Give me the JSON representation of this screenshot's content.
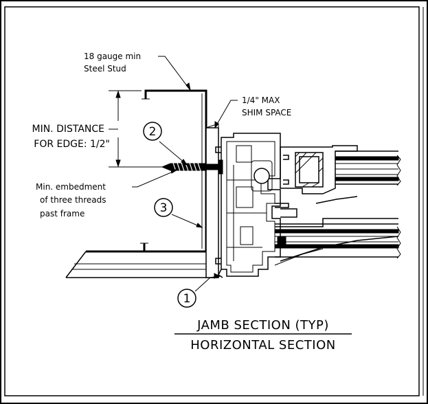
{
  "labels": {
    "steel_stud_line1": "18 gauge min",
    "steel_stud_line2": "Steel Stud",
    "shim_line1": "1/4\" MAX",
    "shim_line2": "SHIM SPACE",
    "min_distance_line1": "MIN. DISTANCE",
    "min_distance_line2": "FOR EDGE: 1/2\"",
    "embedment_line1": "Min. embedment",
    "embedment_line2": "of three threads",
    "embedment_line3": "past frame"
  },
  "callouts": {
    "one": "1",
    "two": "2",
    "three": "3"
  },
  "title": {
    "line1": "JAMB SECTION (TYP)",
    "line2": "HORIZONTAL SECTION"
  },
  "colors": {
    "ink": "#000000",
    "paper": "#ffffff"
  }
}
